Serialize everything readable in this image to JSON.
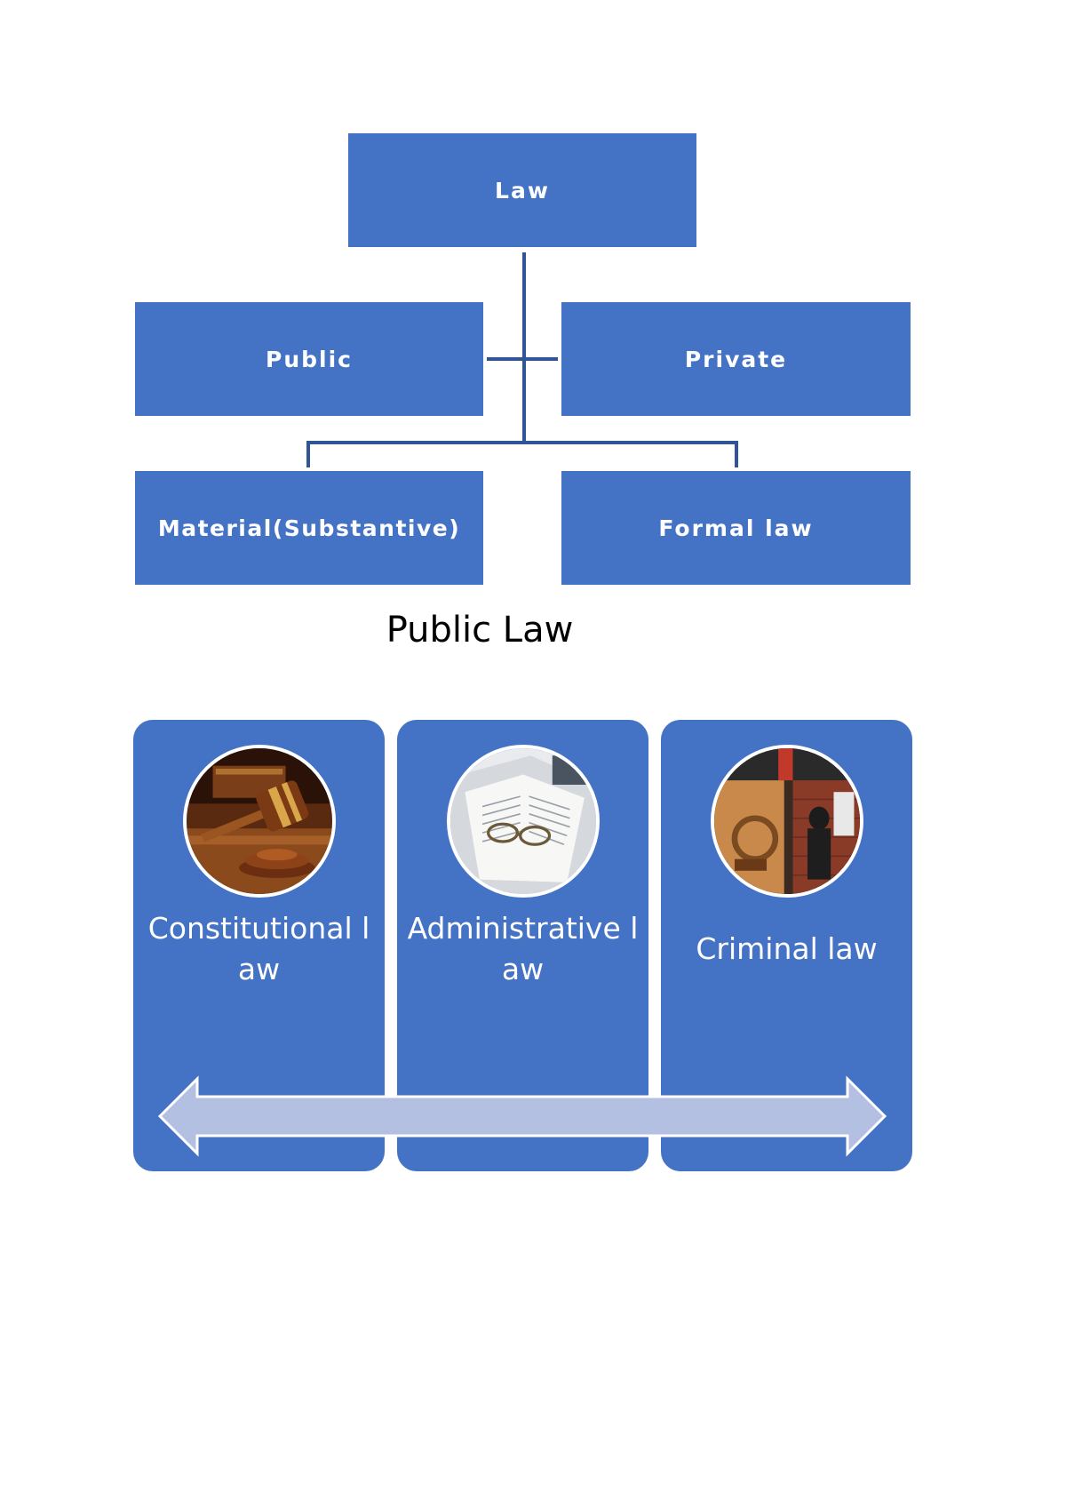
{
  "hierarchy": {
    "root": "Law",
    "branches": [
      "Public",
      "Private"
    ],
    "sub_branches": [
      "Material(Substantive)",
      "Formal law"
    ]
  },
  "section": {
    "title": "Public Law"
  },
  "panels": [
    {
      "label": "Constitutional law",
      "image_icon": "gavel-icon"
    },
    {
      "label": "Administrative law",
      "image_icon": "book-glasses-icon"
    },
    {
      "label": "Criminal law",
      "image_icon": "criminal-collage-icon"
    }
  ],
  "colors": {
    "box": "#4472C4",
    "connector": "#2F5597",
    "arrow": "#B4C0E2",
    "text": "#FFFFFF"
  }
}
